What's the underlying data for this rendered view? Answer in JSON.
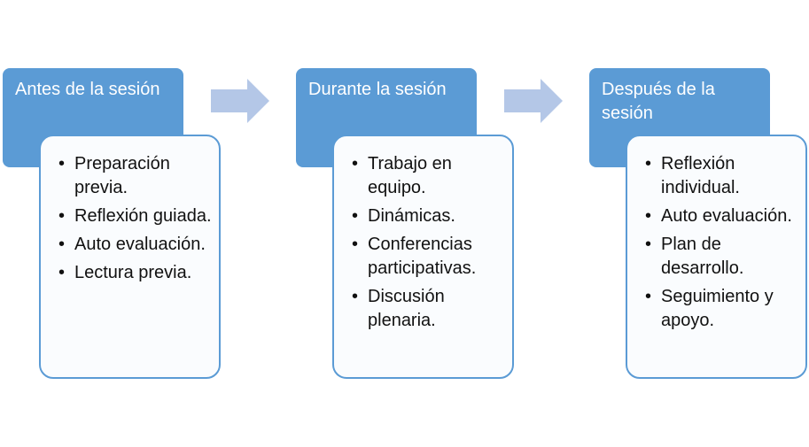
{
  "colors": {
    "header_fill": "#5b9bd5",
    "card_border": "#5b9bd5",
    "card_fill": "#fafcfe",
    "arrow_fill": "#b4c7e7"
  },
  "stages": [
    {
      "title": "Antes de la sesión",
      "items": [
        "Preparación previa.",
        "Reflexión guiada.",
        "Auto evaluación.",
        "Lectura previa."
      ]
    },
    {
      "title": "Durante la sesión",
      "items": [
        "Trabajo en equipo.",
        "Dinámicas.",
        "Conferencias participativas.",
        "Discusión plenaria."
      ]
    },
    {
      "title": "Después de la sesión",
      "items": [
        "Reflexión individual.",
        "Auto evaluación.",
        "Plan de desarrollo.",
        "Seguimiento y apoyo."
      ]
    }
  ],
  "arrows": [
    {
      "icon": "right-arrow-icon"
    },
    {
      "icon": "right-arrow-icon"
    }
  ]
}
